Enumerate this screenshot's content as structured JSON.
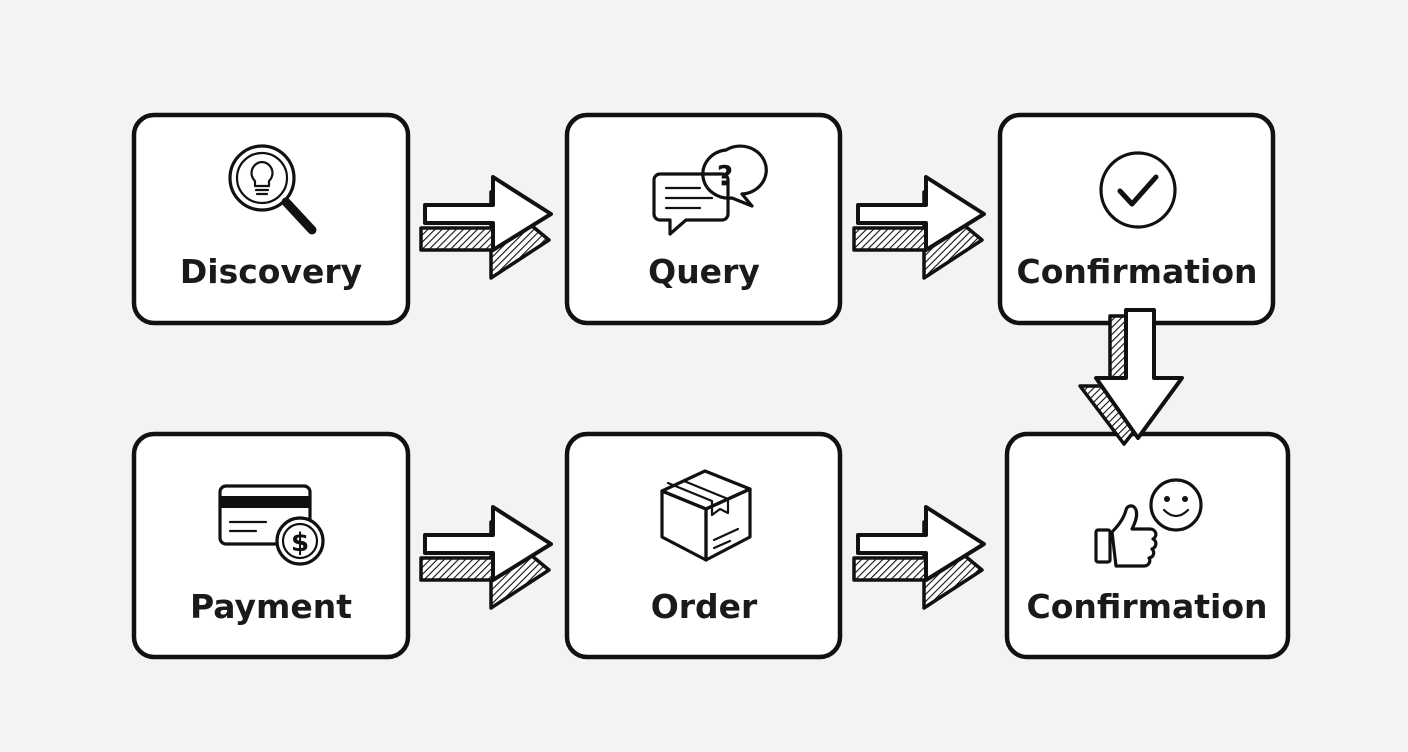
{
  "colors": {
    "background": "#f3f3f3",
    "ink": "#111111",
    "box_fill": "#ffffff"
  },
  "nodes": [
    {
      "id": "discovery",
      "label": "Discovery",
      "icon": "lightbulb-magnifier-icon"
    },
    {
      "id": "query",
      "label": "Query",
      "icon": "chat-question-icon"
    },
    {
      "id": "confirmation_1",
      "label": "Confirmation",
      "icon": "checkmark-circle-icon"
    },
    {
      "id": "payment",
      "label": "Payment",
      "icon": "card-dollar-icon"
    },
    {
      "id": "order",
      "label": "Order",
      "icon": "package-box-icon"
    },
    {
      "id": "confirmation_2",
      "label": "Confirmation",
      "icon": "thumbs-up-smiley-icon"
    }
  ],
  "edges": [
    {
      "from": "discovery",
      "to": "query"
    },
    {
      "from": "query",
      "to": "confirmation_1"
    },
    {
      "from": "confirmation_1",
      "to": "confirmation_2"
    },
    {
      "from": "payment",
      "to": "order"
    },
    {
      "from": "order",
      "to": "confirmation_2"
    }
  ]
}
